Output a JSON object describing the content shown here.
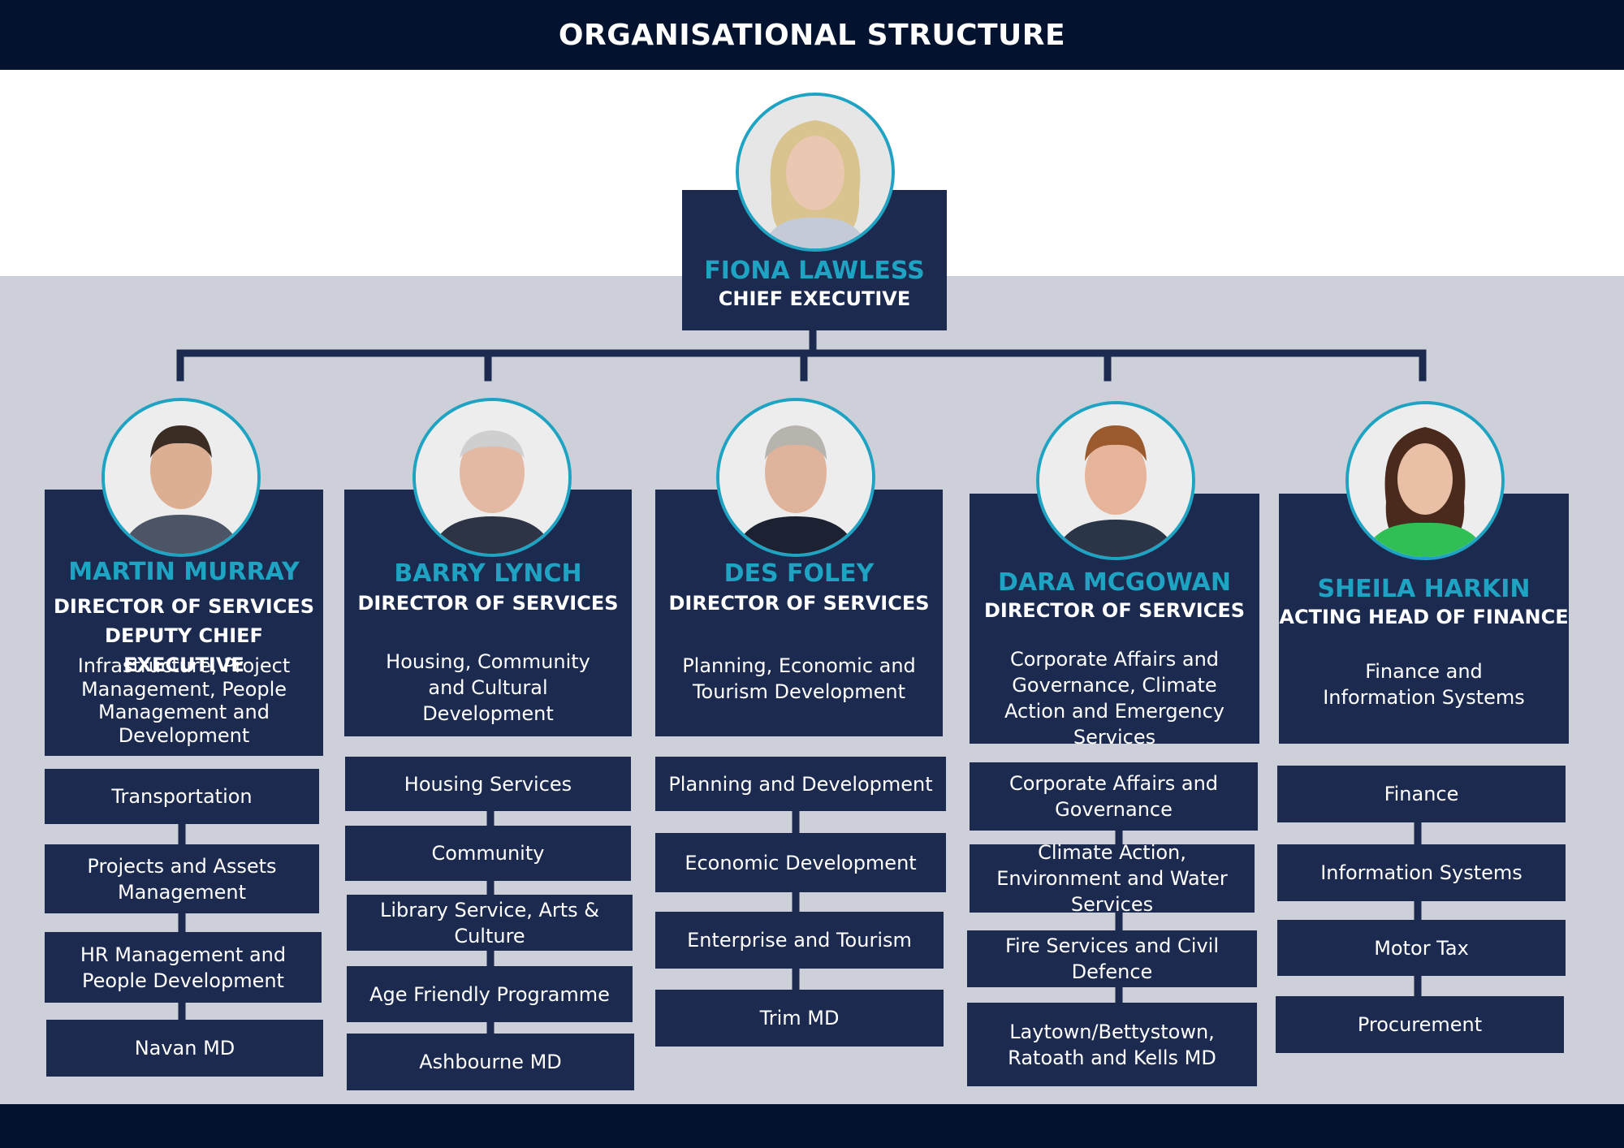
{
  "title": "ORGANISATIONAL STRUCTURE",
  "colors": {
    "navy": "#1b2a4e",
    "accent": "#1fa3c3",
    "header": "#03132f",
    "band": "#cdd0d9"
  },
  "chief": {
    "name": "FIONA LAWLESS",
    "role": "CHIEF EXECUTIVE",
    "photo": "portrait-fiona-lawless"
  },
  "directors": [
    {
      "name": "MARTIN MURRAY",
      "roles": [
        "DIRECTOR OF SERVICES",
        "DEPUTY CHIEF EXECUTIVE"
      ],
      "description": "Infrastructure, Project Management, People Management and Development",
      "units": [
        "Transportation",
        "Projects and Assets Management",
        "HR Management and People Development",
        "Navan MD"
      ]
    },
    {
      "name": "BARRY LYNCH",
      "roles": [
        "DIRECTOR OF SERVICES"
      ],
      "description": "Housing, Community and Cultural Development",
      "units": [
        "Housing Services",
        "Community",
        "Library Service, Arts & Culture",
        "Age Friendly Programme",
        "Ashbourne MD"
      ]
    },
    {
      "name": "DES FOLEY",
      "roles": [
        "DIRECTOR OF SERVICES"
      ],
      "description": "Planning, Economic and Tourism Development",
      "units": [
        "Planning and Development",
        "Economic Development",
        "Enterprise and Tourism",
        "Trim MD"
      ]
    },
    {
      "name": "DARA MCGOWAN",
      "roles": [
        "DIRECTOR OF SERVICES"
      ],
      "description": "Corporate Affairs and Governance, Climate Action and Emergency Services",
      "units": [
        "Corporate Affairs and Governance",
        "Climate Action, Environment and Water Services",
        "Fire Services and Civil Defence",
        "Laytown/Bettystown, Ratoath and Kells MD"
      ]
    },
    {
      "name": "SHEILA HARKIN",
      "roles": [
        "ACTING HEAD OF FINANCE"
      ],
      "description": "Finance and Information Systems",
      "units": [
        "Finance",
        "Information Systems",
        "Motor Tax",
        "Procurement"
      ]
    }
  ]
}
